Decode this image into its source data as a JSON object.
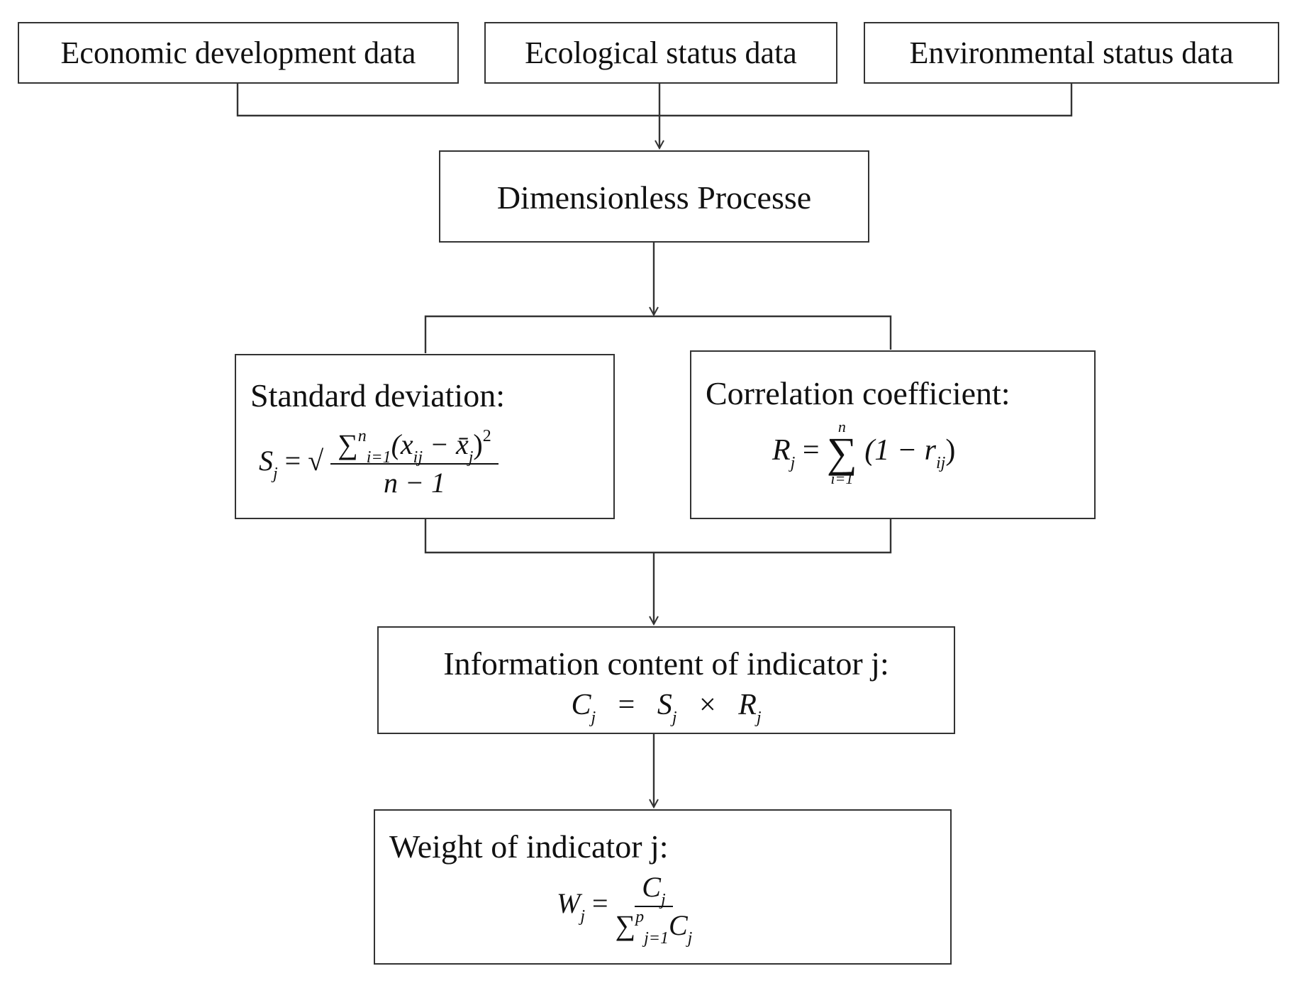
{
  "inputs": [
    "Economic development data",
    "Ecological status data",
    "Environmental status data"
  ],
  "dimensionless": "Dimensionless Processe",
  "std_dev": {
    "title": "Standard deviation:",
    "lhs": "S",
    "lhs_sub": "j",
    "numerator": "(x",
    "numerator_sub": "ij",
    "minus": " − x̄",
    "numerator_sub2": "j",
    "numerator_close": ")",
    "numerator_sup": "2",
    "sum_sub": "i=1",
    "sum_sup": "n",
    "denominator": "n − 1"
  },
  "correlation": {
    "title": "Correlation coefficient:",
    "lhs": "R",
    "lhs_sub": "j",
    "sum_sup": "n",
    "sum_sub": "i=1",
    "body": "(1 − r",
    "body_sub": "ij",
    "body_close": ")"
  },
  "information": {
    "title": "Information content of indicator j:",
    "c": "C",
    "s": "S",
    "r": "R",
    "sub": "j"
  },
  "weight": {
    "title": "Weight of indicator j:",
    "lhs": "W",
    "lhs_sub": "j",
    "num": "C",
    "num_sub": "j",
    "den": "C",
    "den_sub": "j",
    "sum_sup": "p",
    "sum_sub": "j=1"
  }
}
